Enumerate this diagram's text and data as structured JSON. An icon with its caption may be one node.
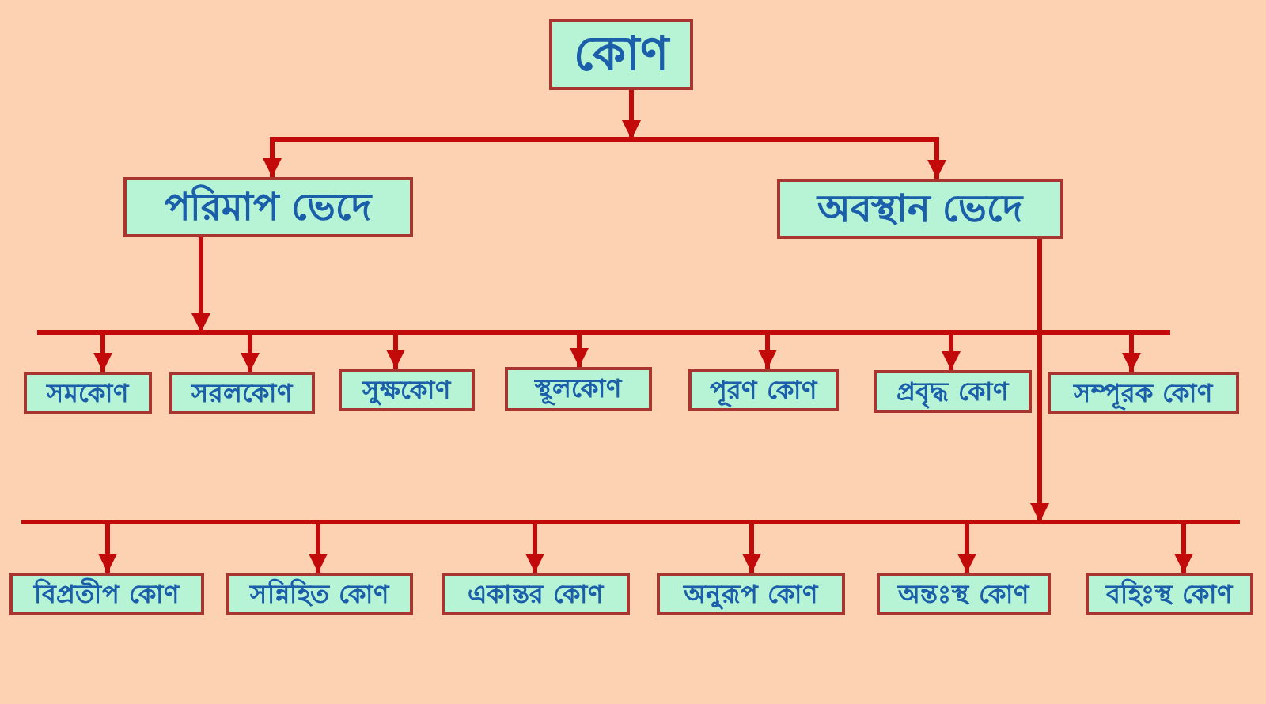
{
  "diagram": {
    "nodes": [
      {
        "text": [
          "কোণ"
        ]
      },
      {
        "text": [
          "পরিমাপ ভেদে"
        ]
      },
      {
        "text": [
          "অবস্থান ভেদে"
        ]
      },
      {
        "text": [
          "সমকোণ"
        ]
      },
      {
        "text": [
          "সরলকোণ"
        ]
      },
      {
        "text": [
          "সুক্ষকোণ"
        ]
      },
      {
        "text": [
          "স্থূলকোণ"
        ]
      },
      {
        "text": [
          "পূরণ কোণ"
        ]
      },
      {
        "text": [
          "প্রবৃদ্ধ কোণ"
        ]
      },
      {
        "text": [
          "সম্পূরক কোণ"
        ]
      },
      {
        "text": [
          "বিপ্রতীপ কোণ"
        ]
      },
      {
        "text": [
          "সন্নিহিত কোণ"
        ]
      },
      {
        "text": [
          "একান্তর কোণ"
        ]
      },
      {
        "text": [
          "অনুরূপ কোণ"
        ]
      },
      {
        "text": [
          "অন্তঃস্থ কোণ"
        ]
      },
      {
        "text": [
          "বহিঃস্থ কোণ"
        ]
      }
    ],
    "edges": [
      {
        "from": 0,
        "to": 1,
        "arrow": "to"
      },
      {
        "from": 0,
        "to": 2,
        "arrow": "to"
      },
      {
        "from": 1,
        "to": 3,
        "arrow": "to"
      },
      {
        "from": 1,
        "to": 4,
        "arrow": "to"
      },
      {
        "from": 1,
        "to": 5,
        "arrow": "to"
      },
      {
        "from": 1,
        "to": 6,
        "arrow": "to"
      },
      {
        "from": 1,
        "to": 7,
        "arrow": "to"
      },
      {
        "from": 1,
        "to": 8,
        "arrow": "to"
      },
      {
        "from": 1,
        "to": 9,
        "arrow": "to"
      },
      {
        "from": 2,
        "to": 10,
        "arrow": "to"
      },
      {
        "from": 2,
        "to": 11,
        "arrow": "to"
      },
      {
        "from": 2,
        "to": 12,
        "arrow": "to"
      },
      {
        "from": 2,
        "to": 13,
        "arrow": "to"
      },
      {
        "from": 2,
        "to": 14,
        "arrow": "to"
      },
      {
        "from": 2,
        "to": 15,
        "arrow": "to"
      }
    ]
  }
}
